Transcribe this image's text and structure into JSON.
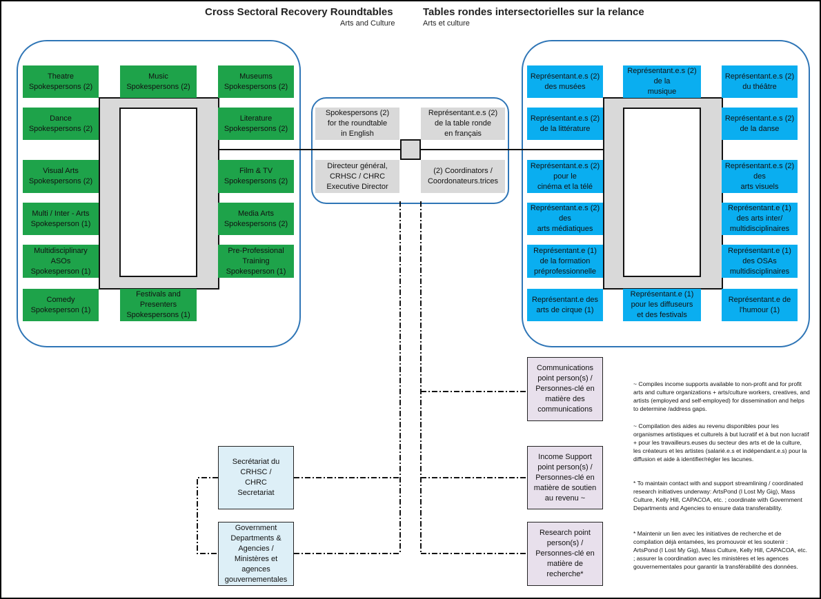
{
  "title": {
    "en": "Cross Sectoral Recovery Roundtables",
    "fr": "Tables rondes intersectorielles sur la relance"
  },
  "subtitle": {
    "en": "Arts and Culture",
    "fr": "Arts et culture"
  },
  "english_table": {
    "theatre": "Theatre\nSpokespersons (2)",
    "music": "Music\nSpokespersons (2)",
    "museums": "Museums\nSpokespersons (2)",
    "dance": "Dance\nSpokespersons (2)",
    "literature": "Literature\nSpokespersons (2)",
    "visual_arts": "Visual Arts\nSpokespersons (2)",
    "film_tv": "Film & TV\nSpokespersons (2)",
    "multi_inter": "Multi / Inter - Arts\nSpokesperson (1)",
    "media_arts": "Media Arts\nSpokespersons (2)",
    "multidisciplinary_asos": "Multidisciplinary\nASOs\nSpokesperson (1)",
    "pre_professional": "Pre-Professional\nTraining\nSpokesperson (1)",
    "comedy": "Comedy\nSpokesperson (1)",
    "festivals": "Festivals and\nPresenters\nSpokespersons (1)"
  },
  "french_table": {
    "musees": "Représentant.e.s (2)\ndes musées",
    "musique": "Représentant.e.s (2)\nde la\nmusique",
    "theatre": "Représentant.e.s (2)\ndu théâtre",
    "litterature": "Représentant.e.s (2)\nde la littérature",
    "danse": "Représentant.e.s (2)\nde la danse",
    "cinema": "Représentant.e.s (2)\npour le\ncinéma et la télé",
    "arts_visuels": "Représentant.e.s (2)\ndes\narts visuels",
    "arts_mediatiques": "Représentant.e.s (2)\ndes\narts médiatiques",
    "inter_multi": "Représentant.e (1)\ndes arts inter/\nmultidisciplinaires",
    "formation": "Représentant.e (1)\nde la formation\npréprofessionnelle",
    "osas": "Représentant.e (1)\ndes OSAs\nmultidisciplinaires",
    "cirque": "Représentant.e des\narts de cirque (1)",
    "diffuseurs": "Représentant.e (1)\npour les diffuseurs\net des festivals",
    "humour": "Représentant.e de\nl'humour (1)"
  },
  "central_table": {
    "spokes_en": "Spokespersons (2)\nfor the roundtable\nin English",
    "spokes_fr": "Représentant.e.s (2)\nde la table ronde\nen français",
    "director": "Directeur général,\nCRHSC / CHRC\nExecutive Director",
    "coordinators": "(2) Coordinators /\nCoordonateurs.trices"
  },
  "support": {
    "secretariat": "Secrétariat du\nCRHSC /\nCHRC\nSecretariat",
    "government": "Government\nDepartments &\nAgencies /\nMinistères et agences\ngouvernementales",
    "communications": "Communications\npoint person(s) /\nPersonnes-clé en\nmatière des\ncommunications",
    "income": "Income Support\npoint person(s) /\nPersonnes-clé en\nmatière de soutien\nau revenu ~",
    "research": "Research point\nperson(s) /\nPersonnes-clé en\nmatière de\nrecherche*"
  },
  "notes": {
    "income_en": "~ Compiles income supports available to non-profit and for profit arts and culture organizations + arts/culture workers, creatives, and artists (employed and self-employed) for dissemination and helps to determine /address gaps.",
    "income_fr": "~ Compilation des aides au revenu disponibles pour les organismes artistiques et culturels à but lucratif et à but non lucratif + pour les travailleurs.euses du secteur des arts et de la culture, les créateurs et les artistes (salarié.e.s et indépendant.e.s) pour la diffusion et aide à identifier/régler les lacunes.",
    "research_en": "* To maintain contact with and support  streamlining / coordinated research initiatives underway:  ArtsPond (I Lost My Gig), Mass Culture, Kelly Hill, CAPACOA, etc. ; coordinate with Government Departments and Agencies  to ensure data transferability.",
    "research_fr": "* Maintenir un lien avec les initiatives de recherche et de compilation déjà entamées, les promouvoir et les soutenir : ArtsPond (I Lost My Gig), Mass Culture, Kelly Hill, CAPACOA, etc. ; assurer la coordination avec les ministères et les agences gouvernementales pour garantir la transférabilité des données."
  },
  "colors": {
    "green": "#1EA34A",
    "blue": "#0AAEF0",
    "grey": "#D9D9D9",
    "outline": "#2E75B6",
    "light_blue": "#DDEFF7",
    "lavender": "#E8E0EC"
  }
}
